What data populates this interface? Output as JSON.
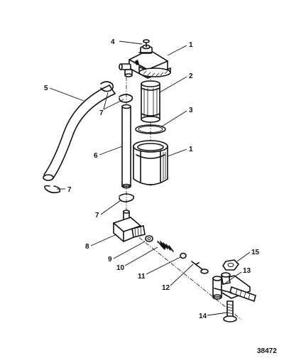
{
  "drawing_number": "38472",
  "callouts": [
    {
      "id": "c1a",
      "label": "1"
    },
    {
      "id": "c2",
      "label": "2"
    },
    {
      "id": "c3",
      "label": "3"
    },
    {
      "id": "c1b",
      "label": "1"
    },
    {
      "id": "c4",
      "label": "4"
    },
    {
      "id": "c5",
      "label": "5"
    },
    {
      "id": "c7a",
      "label": "7"
    },
    {
      "id": "c6",
      "label": "6"
    },
    {
      "id": "c7b",
      "label": "7"
    },
    {
      "id": "c7c",
      "label": "7"
    },
    {
      "id": "c8",
      "label": "8"
    },
    {
      "id": "c9",
      "label": "9"
    },
    {
      "id": "c10",
      "label": "10"
    },
    {
      "id": "c11",
      "label": "11"
    },
    {
      "id": "c12",
      "label": "12"
    },
    {
      "id": "c13",
      "label": "13"
    },
    {
      "id": "c14",
      "label": "14"
    },
    {
      "id": "c15",
      "label": "15"
    }
  ]
}
